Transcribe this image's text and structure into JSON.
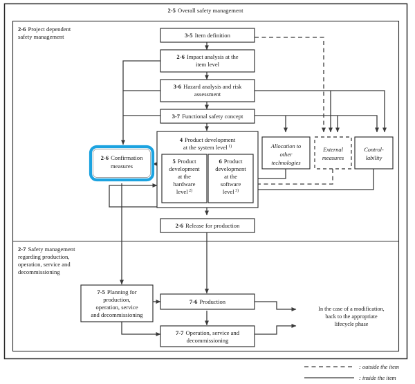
{
  "title": "ISO 26262 safety lifecycle overview",
  "panels": {
    "overall": {
      "label": "2-5 Overall safety management",
      "clause": "2-5",
      "text": "Overall safety management"
    },
    "project_dependent": {
      "clause": "2-6",
      "line1": "Project dependent",
      "line2": "safety management"
    },
    "production_phase": {
      "clause": "2-7",
      "line1": "Safety management",
      "line2": "regarding production,",
      "line3": "operation, service and",
      "line4": "decommissioning"
    }
  },
  "boxes": {
    "item_definition": {
      "clause": "3-5",
      "line1": "Item definition"
    },
    "impact_analysis": {
      "clause": "2-6",
      "line1": "Impact analysis at the",
      "line2": "item level"
    },
    "hazard_analysis": {
      "clause": "3-6",
      "line1": "Hazard analysis and risk",
      "line2": "assessment"
    },
    "functional_safety_concept": {
      "clause": "3-7",
      "line1": "Functional safety concept"
    },
    "confirmation_measures": {
      "clause": "2-6",
      "line1": "Confirmation",
      "line2": "measures"
    },
    "system_level": {
      "clause": "4",
      "line1": "Product development",
      "line2": "at the system level",
      "note": "1)"
    },
    "hardware_level": {
      "clause": "5",
      "line1": "Product",
      "line2": "development",
      "line3": "at the",
      "line4": "hardware",
      "line5": "level",
      "note": "2)"
    },
    "software_level": {
      "clause": "6",
      "line1": "Product",
      "line2": "development",
      "line3": "at the",
      "line4": "software",
      "line5": "level",
      "note": "3)"
    },
    "allocation": {
      "line1": "Allocation to",
      "line2": "other",
      "line3": "technologies"
    },
    "external_measures": {
      "line1": "External",
      "line2": "measures"
    },
    "controllability": {
      "line1": "Control-",
      "line2": "lability"
    },
    "release_for_production": {
      "clause": "2-6",
      "line1": "Release for production"
    },
    "planning": {
      "clause": "7-5",
      "line1": "Planning for",
      "line2": "production,",
      "line3": "operation, service",
      "line4": "and decommissioning"
    },
    "production": {
      "clause": "7-6",
      "line1": "Production"
    },
    "operation": {
      "clause": "7-7",
      "line1": "Operation, service and",
      "line2": "decommissioning"
    }
  },
  "annotations": {
    "modification": {
      "line1": "In the case of a modification,",
      "line2": "back to the appropriate",
      "line3": "lifecycle phase"
    }
  },
  "legend": {
    "outside": ": outside the item",
    "inside": ": inside the item"
  },
  "colors": {
    "highlight": "#1ca3e0",
    "stroke": "#2b2b2b",
    "line": "#3a3a3a",
    "background": "#ffffff"
  }
}
